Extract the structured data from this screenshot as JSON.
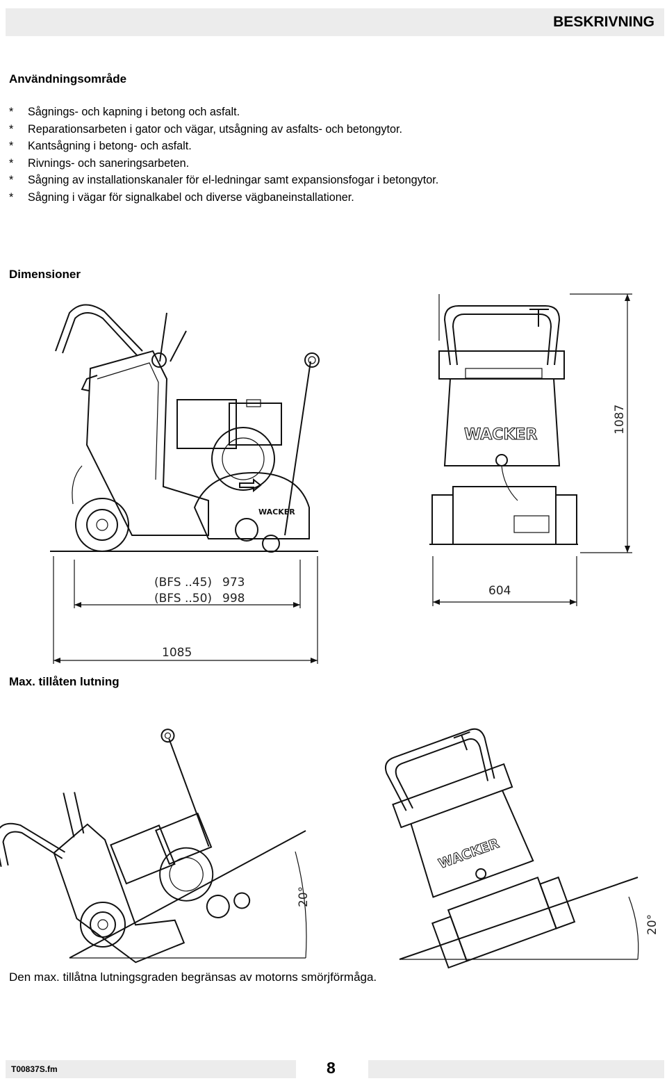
{
  "header": {
    "title": "BESKRIVNING"
  },
  "usage": {
    "title": "Användningsområde",
    "items": [
      "Sågnings- och kapning i betong och asfalt.",
      "Reparationsarbeten i gator och vägar, utsågning av asfalts- och betongytor.",
      "Kantsågning i betong- och asfalt.",
      "Rivnings- och saneringsarbeten.",
      "Sågning av installationskanaler för el-ledningar samt expansionsfogar i betongytor.",
      "Sågning i vägar för signalkabel och diverse vägbaneinstallationer."
    ]
  },
  "dimensions": {
    "title": "Dimensioner",
    "model_1": "(BFS ..45)",
    "value_1": "973",
    "model_2": "(BFS ..50)",
    "value_2": "998",
    "overall_length": "1085",
    "height": "1087",
    "width": "604",
    "brand_text": "WACKER"
  },
  "slope": {
    "title": "Max. tillåten lutning",
    "angle_side": "20°",
    "angle_rear": "20°",
    "caption": "Den max. tillåtna lutningsgraden begränsas av motorns smörjförmåga."
  },
  "footer": {
    "file": "T00837S.fm",
    "page": "8"
  }
}
